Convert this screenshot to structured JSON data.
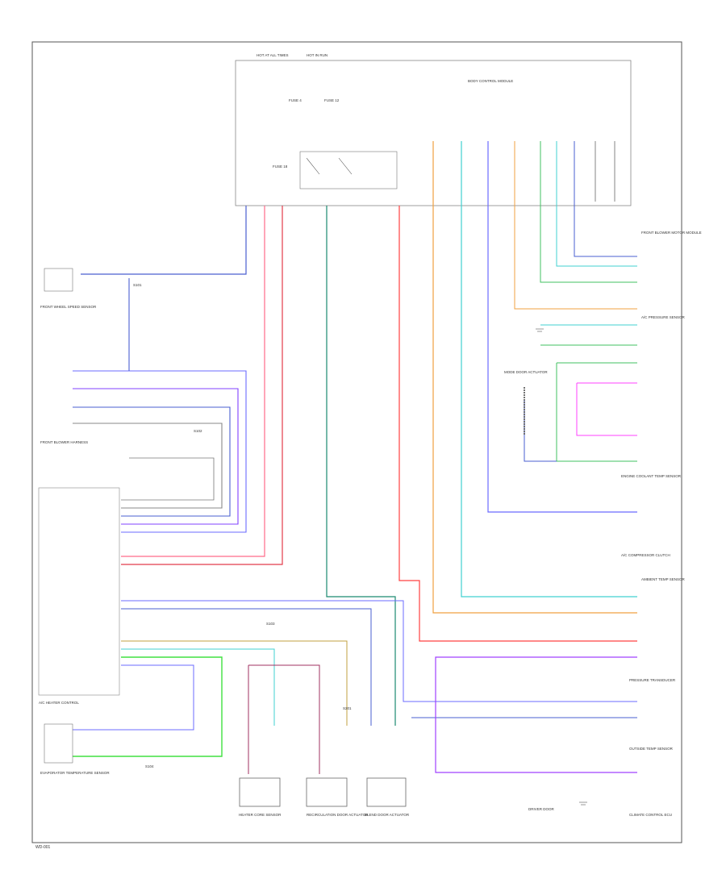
{
  "diagram": {
    "header_left": "HOT AT ALL TIMES",
    "header_right": "HOT IN RUN",
    "bcm_label": "BODY CONTROL MODULE",
    "fuse_labels": [
      "FUSE 4",
      "FUSE 12",
      "FUSE 18"
    ],
    "modules": {
      "hvac_control": "A/C HEATER CONTROL",
      "front_wheel_speed": "FRONT WHEEL SPEED SENSOR",
      "blower": "FRONT BLOWER MOTOR MODULE",
      "upper_harness": "FRONT BLOWER HARNESS",
      "evap_sensor": "EVAPORATOR TEMPERATURE SENSOR",
      "heater_core": "HEATER CORE SENSOR",
      "driver_door": "DRIVER DOOR",
      "recirc": "RECIRCULATION DOOR ACTUATOR",
      "mode_door": "MODE DOOR ACTUATOR",
      "blend_door": "BLEND DOOR ACTUATOR",
      "ac_pressure": "A/C PRESSURE SENSOR",
      "compressor": "A/C COMPRESSOR CLUTCH",
      "ambient": "AMBIENT TEMP SENSOR",
      "transducer": "PRESSURE TRANSDUCER",
      "engine_coolant": "ENGINE COOLANT TEMP SENSOR",
      "outside_temp": "OUTSIDE TEMP SENSOR",
      "climate_ecu": "CLIMATE CONTROL ECU"
    },
    "splice_labels": [
      "S101",
      "S102",
      "S103",
      "S104",
      "S201"
    ],
    "footer_code": "WD-001"
  }
}
